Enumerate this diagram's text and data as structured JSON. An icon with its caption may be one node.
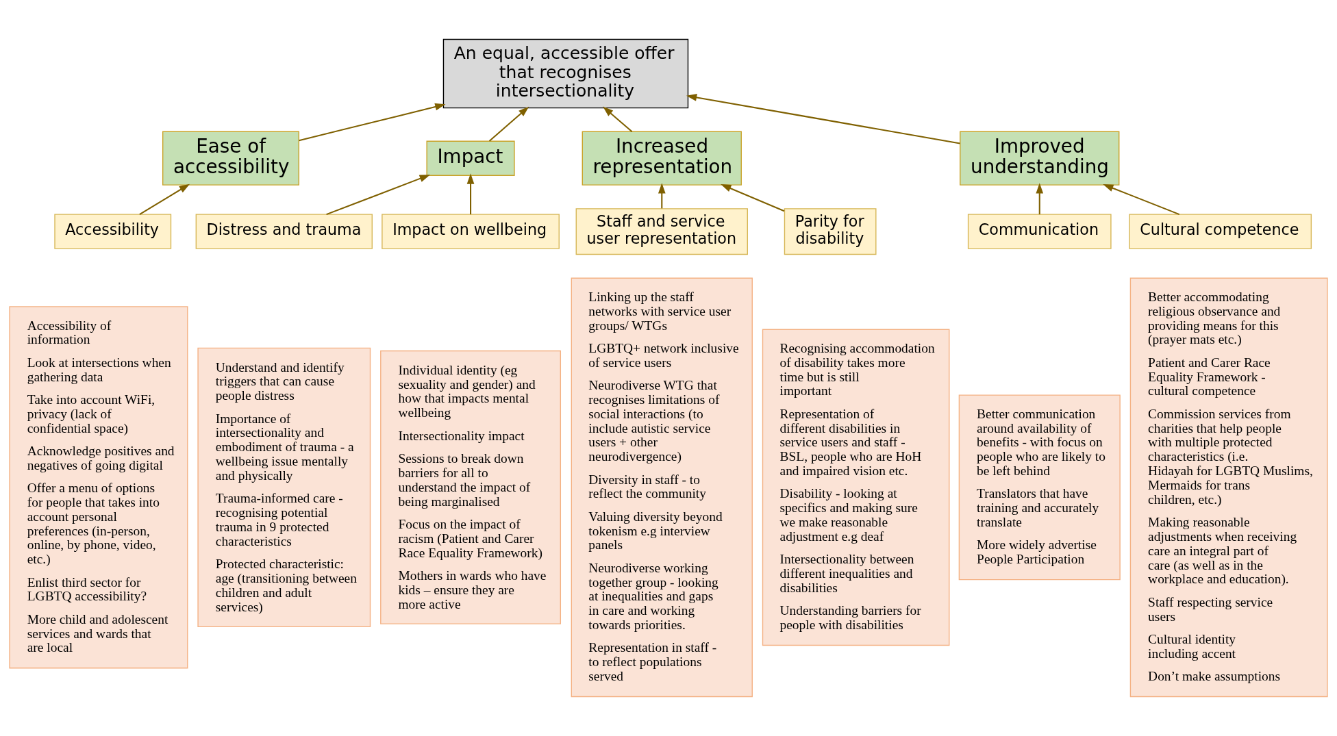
{
  "diagram": {
    "nodes": [
      {
        "text": [
          "An equal, accessible offer that recognises intersectionality"
        ]
      },
      {
        "text": [
          "Ease of accessibility"
        ]
      },
      {
        "text": [
          "Impact"
        ]
      },
      {
        "text": [
          "Increased representation"
        ]
      },
      {
        "text": [
          "Improved understanding"
        ]
      },
      {
        "text": [
          "Accessibility"
        ]
      },
      {
        "text": [
          "Distress and trauma"
        ]
      },
      {
        "text": [
          "Impact on wellbeing"
        ]
      },
      {
        "text": [
          "Staff and service user representation"
        ]
      },
      {
        "text": [
          "Parity for disability"
        ]
      },
      {
        "text": [
          "Communication"
        ]
      },
      {
        "text": [
          "Cultural competence"
        ]
      },
      {
        "text": [
          "Accessibility of information",
          "Look at intersections when gathering data",
          "Take into account WiFi, privacy (lack of confidential space)",
          "Acknowledge positives and negatives of going digital",
          "Offer a menu of options for people that takes into account personal preferences (in-person, online, by phone, video, etc.)",
          "Enlist third sector for LGBTQ accessibility?",
          "More child and adolescent services and wards that are local"
        ]
      },
      {
        "text": [
          "Understand and identify triggers that can cause people distress",
          "Importance of intersectionality and embodiment of trauma - a wellbeing issue mentally and physically",
          "Trauma-informed care - recognising potential trauma in 9 protected characteristics",
          "Protected characteristic: age (transitioning between children and adult services)"
        ]
      },
      {
        "text": [
          "Individual identity (eg sexuality and gender) and how that impacts mental wellbeing",
          "Intersectionality impact",
          "Sessions to break down barriers for all to understand the impact of being marginalised",
          "Focus on the impact of racism (Patient and Carer Race Equality Framework)",
          "Mothers in wards who have kids – ensure they are more active"
        ]
      },
      {
        "text": [
          "Linking up the staff networks with service user groups/ WTGs",
          "LGBTQ+ network inclusive of service users",
          "Neurodiverse WTG that recognises limitations of social interactions (to include autistic service users + other neurodivergence)",
          "Diversity in staff - to reflect the community",
          "Valuing diversity beyond tokenism e.g interview panels",
          "Neurodiverse working together group - looking at inequalities and gaps in care and working towards priorities.",
          "Representation in staff - to reflect populations served"
        ]
      },
      {
        "text": [
          "Recognising accommodation of disability takes more time but is still important",
          "Representation of different disabilities in service users and staff - BSL, people who are HoH and impaired vision etc.",
          "Disability - looking at specifics and making sure we make reasonable adjustment e.g deaf",
          "Intersectionality between different inequalities and disabilities",
          "Understanding barriers for people with disabilities"
        ]
      },
      {
        "text": [
          "Better communication around availability of benefits - with focus on people who are likely to be left behind",
          "Translators that have training and accurately translate",
          "More widely advertise People Participation"
        ]
      },
      {
        "text": [
          "Better accommodating religious observance and providing means for this (prayer mats etc.)",
          "Patient and Carer Race Equality Framework - cultural competence",
          "Commission services from charities that help people with multiple protected characteristics (i.e. Hidayah for LGBTQ Muslims, Mermaids for trans children, etc.)",
          "Making reasonable adjustments when receiving care an integral part of care (as well as in the workplace and education).",
          "Staff respecting service users",
          "Cultural identity including accent",
          "Don’t make assumptions"
        ]
      }
    ],
    "edges": [
      {
        "from": 1,
        "to": 0,
        "arrow": "to"
      },
      {
        "from": 2,
        "to": 0,
        "arrow": "to"
      },
      {
        "from": 3,
        "to": 0,
        "arrow": "to"
      },
      {
        "from": 4,
        "to": 0,
        "arrow": "to"
      },
      {
        "from": 5,
        "to": 1,
        "arrow": "to"
      },
      {
        "from": 6,
        "to": 2,
        "arrow": "to"
      },
      {
        "from": 7,
        "to": 2,
        "arrow": "to"
      },
      {
        "from": 8,
        "to": 3,
        "arrow": "to"
      },
      {
        "from": 9,
        "to": 3,
        "arrow": "to"
      },
      {
        "from": 10,
        "to": 4,
        "arrow": "to"
      },
      {
        "from": 11,
        "to": 4,
        "arrow": "to"
      }
    ]
  }
}
